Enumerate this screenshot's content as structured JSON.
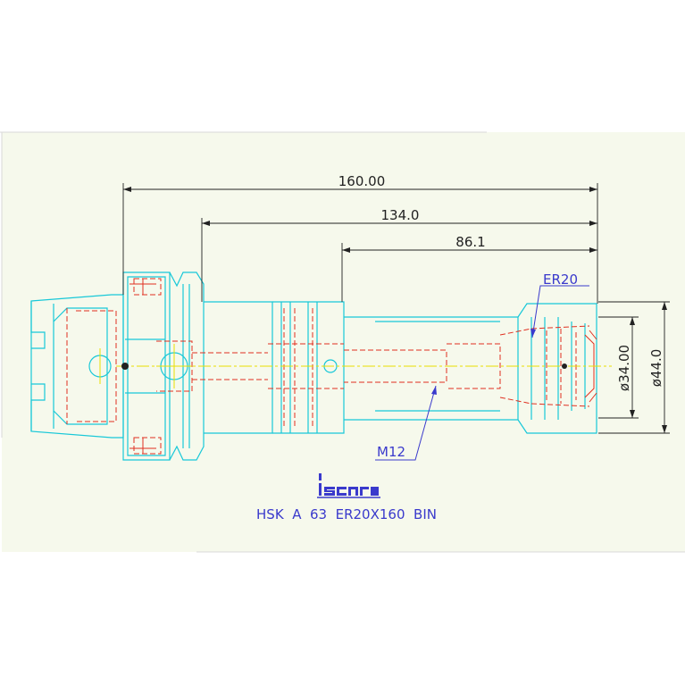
{
  "dimensions": {
    "overall_length": "160.00",
    "length_2": "134.0",
    "length_3": "86.1",
    "diameter_1": "ø34.00",
    "diameter_2": "ø44.0"
  },
  "labels": {
    "collet": "ER20",
    "thread": "M12"
  },
  "title": {
    "logo": "iscar",
    "designation": "HSK  A  63  ER20X160  BIN"
  },
  "colors": {
    "cyan": "#18c8d8",
    "red": "#e03020",
    "dim": "#222222",
    "label": "#3a3acc",
    "yellow": "#e8e000",
    "background": "#f6f9ec"
  }
}
